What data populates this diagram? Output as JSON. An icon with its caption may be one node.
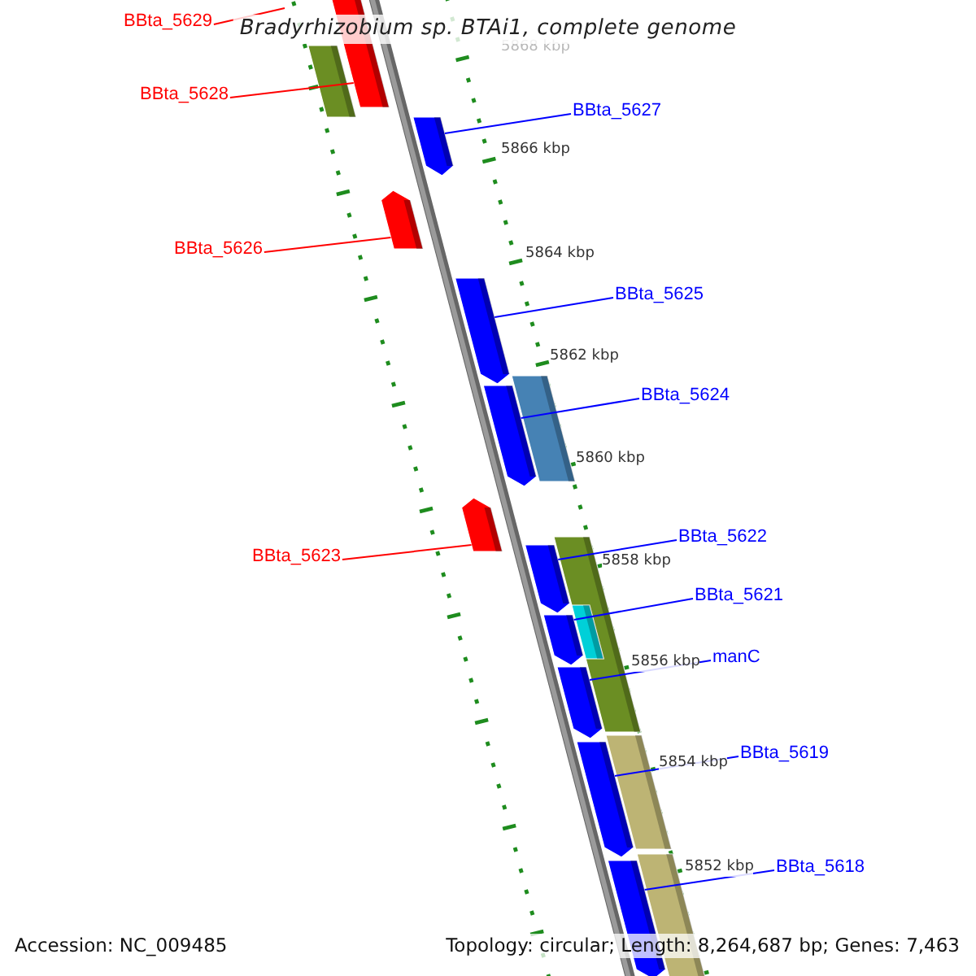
{
  "diagram": {
    "title": "Bradyrhizobium sp. BTAi1, complete genome",
    "nodes": [
      {
        "text": [
          "BBta_5629"
        ]
      },
      {
        "text": [
          "BBta_5628"
        ]
      },
      {
        "text": [
          "BBta_5627"
        ]
      },
      {
        "text": [
          "BBta_5626"
        ]
      },
      {
        "text": [
          "BBta_5625"
        ]
      },
      {
        "text": [
          "BBta_5624"
        ]
      },
      {
        "text": [
          "BBta_5623"
        ]
      },
      {
        "text": [
          "BBta_5622"
        ]
      },
      {
        "text": [
          "BBta_5621"
        ]
      },
      {
        "text": [
          "manC"
        ]
      },
      {
        "text": [
          "BBta_5619"
        ]
      },
      {
        "text": [
          "BBta_5618"
        ]
      },
      {
        "text": [],
        "shape": "arrow"
      },
      {
        "text": [],
        "shape": "arrow"
      },
      {
        "text": [],
        "shape": "arrow"
      },
      {
        "text": [],
        "shape": "arrow"
      },
      {
        "text": [],
        "shape": "arrow"
      },
      {
        "text": [],
        "shape": "arrow"
      },
      {
        "text": [],
        "shape": "arrow"
      },
      {
        "text": [],
        "shape": "arrow"
      },
      {
        "text": [],
        "shape": "arrow"
      },
      {
        "text": [],
        "shape": "arrow"
      },
      {
        "text": [],
        "shape": "arrow"
      }
    ],
    "edges": [
      {
        "from": 0,
        "to": null,
        "arrow": "none",
        "color": "#ff0000"
      },
      {
        "from": 1,
        "to": 12,
        "arrow": "none",
        "color": "#ff0000"
      },
      {
        "from": 2,
        "to": 13,
        "arrow": "none"
      },
      {
        "from": 3,
        "to": 14,
        "arrow": "none",
        "color": "#ff0000"
      },
      {
        "from": 4,
        "to": 15,
        "arrow": "none"
      },
      {
        "from": 5,
        "to": 16,
        "arrow": "none"
      },
      {
        "from": 6,
        "to": 17,
        "arrow": "none",
        "color": "#ff0000"
      },
      {
        "from": 7,
        "to": 18,
        "arrow": "none"
      },
      {
        "from": 8,
        "to": 19,
        "arrow": "none"
      },
      {
        "from": 9,
        "to": 20,
        "arrow": "none"
      },
      {
        "from": 10,
        "to": 21,
        "arrow": "none"
      },
      {
        "from": 11,
        "to": 22,
        "arrow": "none"
      }
    ],
    "labels": [
      "5868 kbp",
      "5866 kbp",
      "5864 kbp",
      "5862 kbp",
      "5860 kbp",
      "5858 kbp",
      "5856 kbp",
      "5854 kbp",
      "5852 kbp",
      "Accession: NC_009485",
      "Topology: circular; Length: 8,264,687 bp; Genes: 7,463"
    ]
  }
}
